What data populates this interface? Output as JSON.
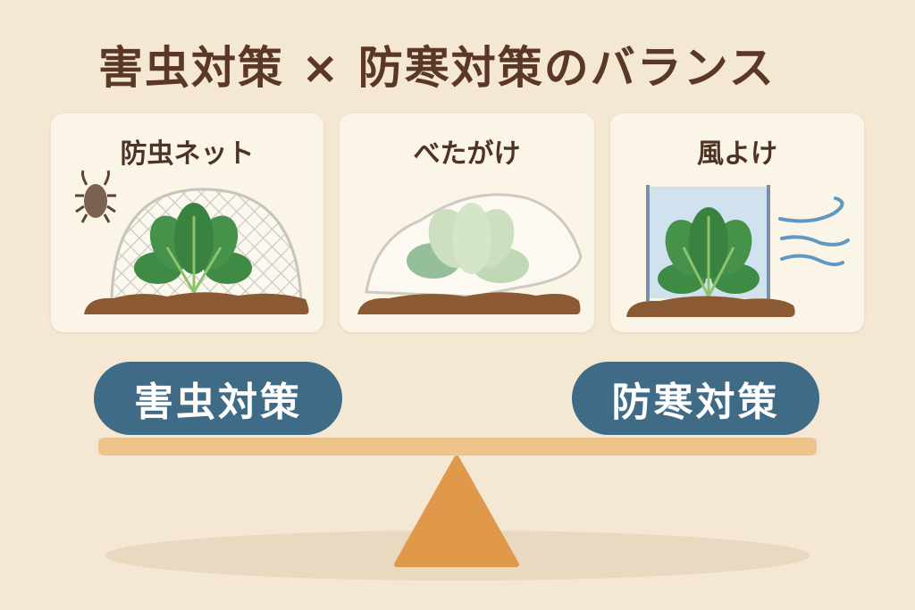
{
  "title": "害虫対策 × 防寒対策のバランス",
  "cards": [
    {
      "label": "防虫ネット",
      "icon": "insect-net"
    },
    {
      "label": "べたがけ",
      "icon": "row-cover"
    },
    {
      "label": "風よけ",
      "icon": "windbreak"
    }
  ],
  "balance": {
    "left_label": "害虫対策",
    "right_label": "防寒対策"
  },
  "colors": {
    "background": "#f4e7d4",
    "title": "#5a3825",
    "pill": "#3f6b87",
    "beam": "#efc48c",
    "fulcrum": "#e0994a",
    "leaf": "#3f8a45",
    "soil": "#8b5a32"
  }
}
